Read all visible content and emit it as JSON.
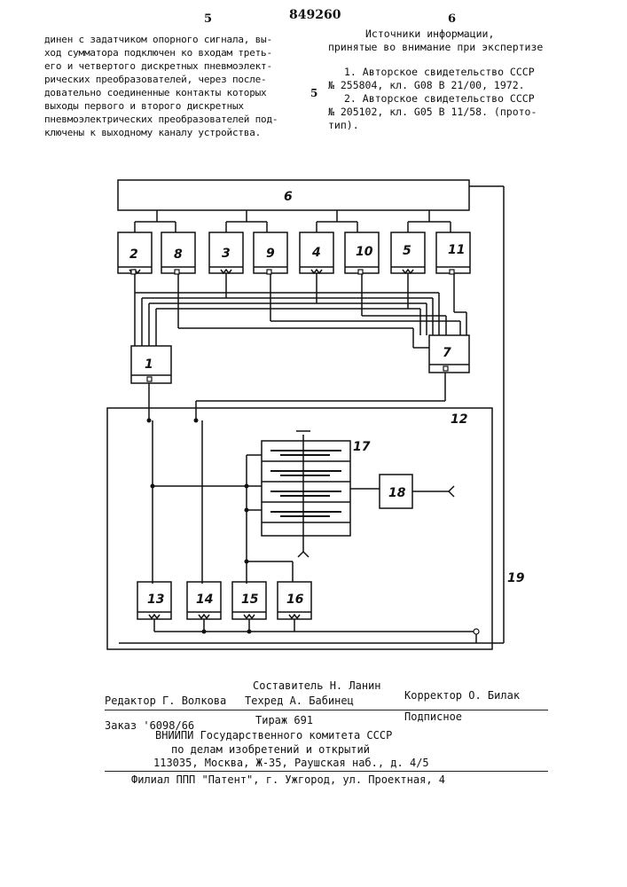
{
  "header": {
    "page_left": "5",
    "patent_number": "849260",
    "page_right": "6",
    "line_mark": "5"
  },
  "left_column": {
    "lines": [
      "динен с задатчиком опорного сигнала, вы-",
      "ход сумматора подключен ко входам треть-",
      "его и четвертого дискретных пневмоэлект-",
      "рических преобразователей,   через после-",
      "довательно соединенные контакты которых",
      "выходы первого и второго дискретных",
      "пневмоэлектрических преобразователей под-",
      "ключены к выходному каналу устройства."
    ]
  },
  "right_column": {
    "heading_1": "Источники информации,",
    "heading_2": "принятые во внимание при экспертизе",
    "refs": [
      "1. Авторское свидетельство СССР",
      "№ 255804, кл. G08 В 21/00, 1972.",
      "2. Авторское свидетельство СССР",
      "№ 205102, кл. G05 В 11/58. (прото-",
      "тип)."
    ]
  },
  "diagram": {
    "top_block_label": "6",
    "block_labels": [
      "2",
      "8",
      "3",
      "9",
      "4",
      "10",
      "5",
      "11"
    ],
    "block_1_label": "1",
    "block_7_label": "7",
    "frame_label": "12",
    "stack_label": "17",
    "block_18_label": "18",
    "bottom_labels": [
      "13",
      "14",
      "15",
      "16"
    ],
    "line_19_label": "19"
  },
  "footer": {
    "editor": "Редактор Г. Волкова",
    "compiler": "Составитель Н. Ланин",
    "techred": "Техред А. Бабинец",
    "corrector": "Корректор О. Билак",
    "order": "Заказ '6098/66",
    "circulation": "Тираж  691",
    "subscription": "Подписное",
    "org_1": "ВНИИПИ Государственного комитета СССР",
    "org_2": "по делам изобретений и открытий",
    "address": "113035, Москва, Ж-35, Раушская наб., д. 4/5",
    "branch": "Филиал ППП \"Патент\", г. Ужгород, ул. Проектная, 4"
  }
}
